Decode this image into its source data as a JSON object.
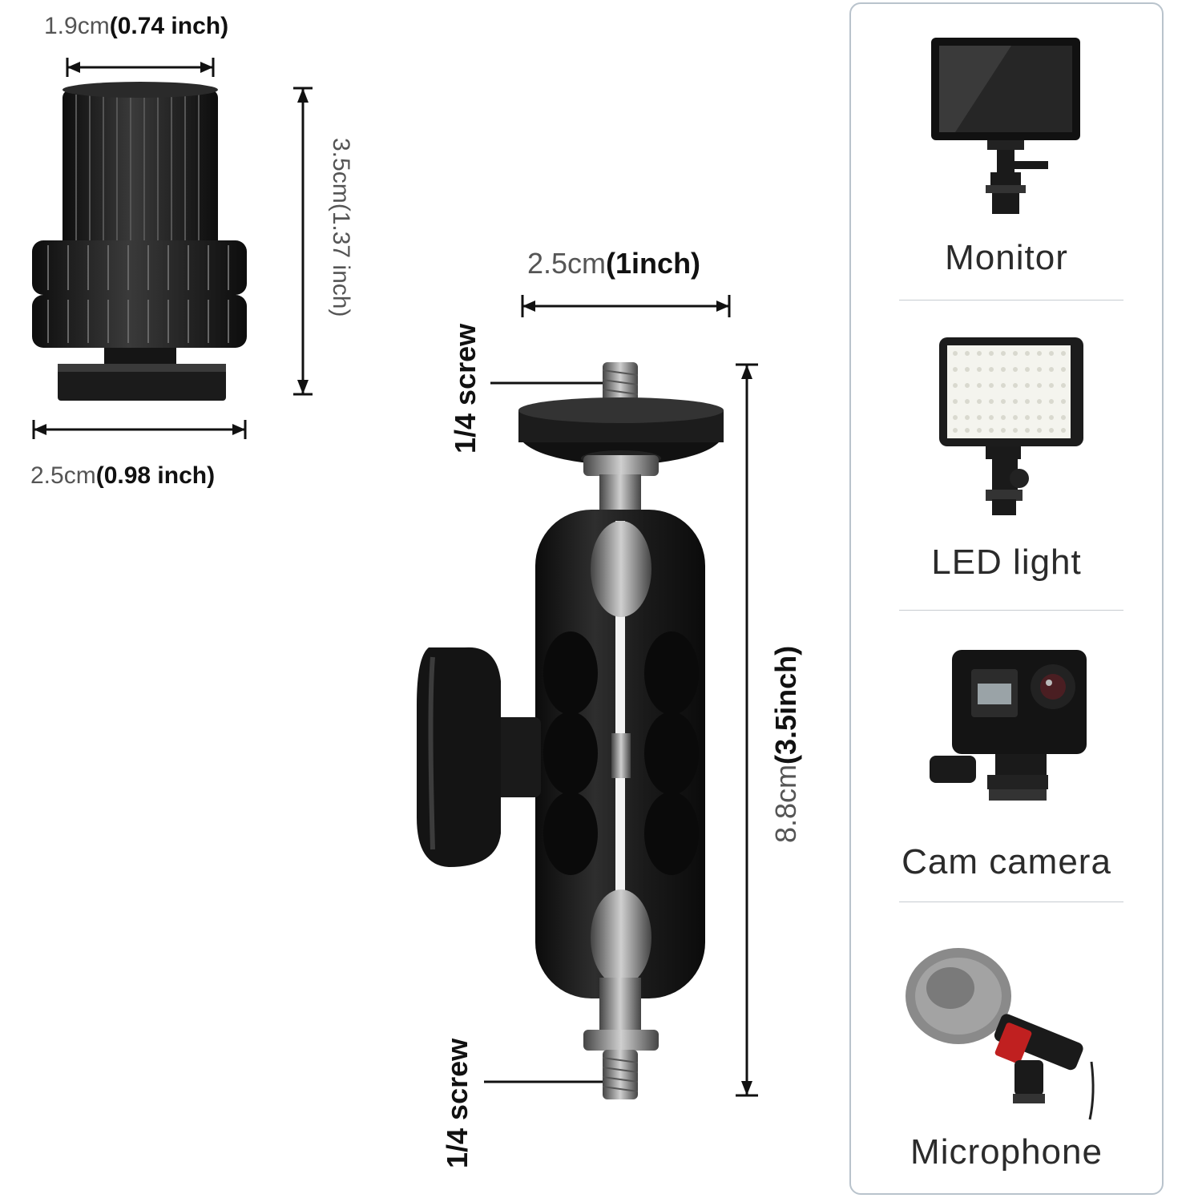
{
  "shoe_adapter": {
    "top_width": {
      "metric": "1.9cm",
      "imperial": "(0.74 inch)"
    },
    "height": {
      "metric": "3.5cm",
      "imperial": "(1.37 inch)"
    },
    "base_width": {
      "metric": "2.5cm",
      "imperial": "(0.98 inch)"
    }
  },
  "magic_arm": {
    "width": {
      "metric": "2.5cm",
      "imperial": "(1inch)"
    },
    "length": {
      "metric": "8.8cm",
      "imperial": "(3.5inch)"
    },
    "top_screw": "1/4 screw",
    "bottom_screw": "1/4 screw"
  },
  "compatible_devices": [
    {
      "label": "Monitor",
      "icon": "monitor-icon"
    },
    {
      "label": "LED light",
      "icon": "led-light-icon"
    },
    {
      "label": "Cam camera",
      "icon": "action-camera-icon"
    },
    {
      "label": "Microphone",
      "icon": "microphone-icon"
    }
  ],
  "colors": {
    "border": "#b9c3cc",
    "product": "#1a1a1a",
    "dimension_text": "#555555"
  }
}
